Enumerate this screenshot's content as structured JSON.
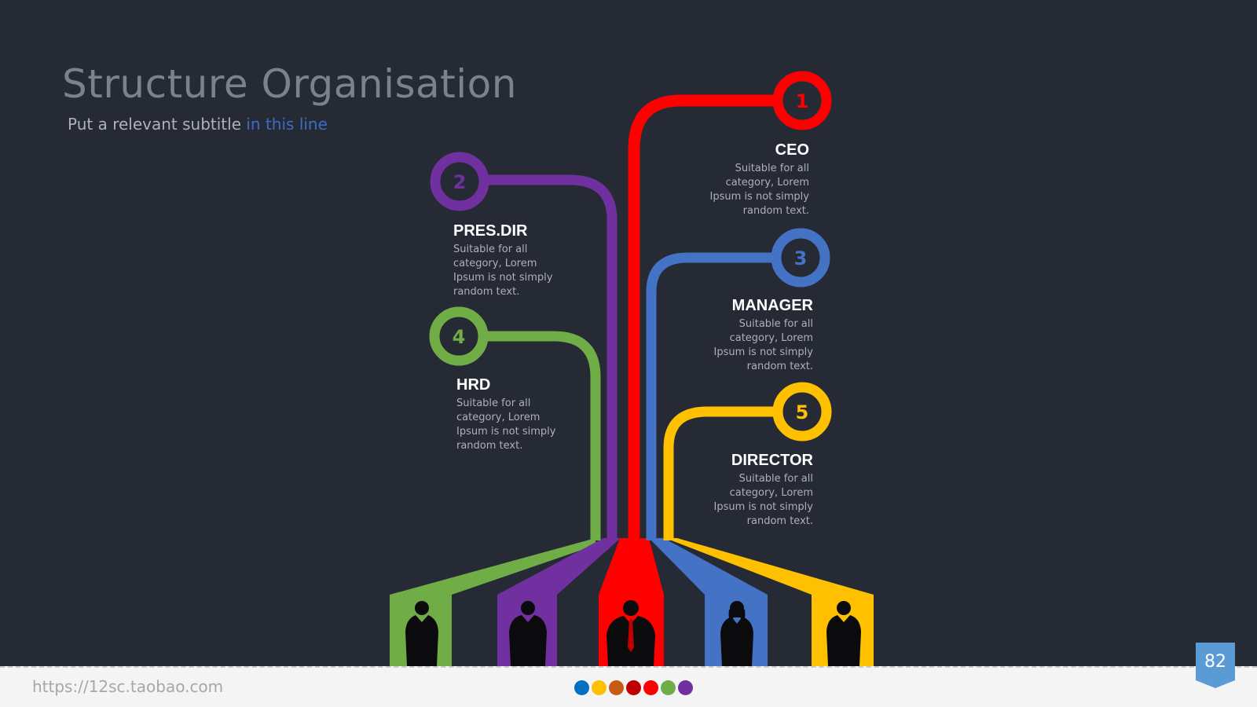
{
  "slide": {
    "title": "Structure Organisation",
    "subtitle_main": "Put a relevant subtitle ",
    "subtitle_highlight": "in this line"
  },
  "nodes": [
    {
      "number": "1",
      "title": "CEO",
      "description": "Suitable for all category, Lorem Ipsum is not simply random text.",
      "color": "#ff0000"
    },
    {
      "number": "2",
      "title": "PRES.DIR",
      "description": "Suitable for all category, Lorem Ipsum is not simply random text.",
      "color": "#7030a0"
    },
    {
      "number": "3",
      "title": "MANAGER",
      "description": "Suitable for all category, Lorem Ipsum is not simply random text.",
      "color": "#4472c4"
    },
    {
      "number": "4",
      "title": "HRD",
      "description": "Suitable for all category, Lorem Ipsum is not simply random text.",
      "color": "#70ad47"
    },
    {
      "number": "5",
      "title": "DIRECTOR",
      "description": "Suitable for all category, Lorem Ipsum is not simply random text.",
      "color": "#ffc000"
    }
  ],
  "footer": {
    "url": "https://12sc.taobao.com",
    "page_number": "82",
    "dot_colors": [
      "#0070c0",
      "#ffc000",
      "#c55a11",
      "#c00000",
      "#ff0000",
      "#70ad47",
      "#7030a0"
    ],
    "badge_color": "#5b9bd5"
  },
  "icons": [
    "person-silhouette-icon"
  ]
}
